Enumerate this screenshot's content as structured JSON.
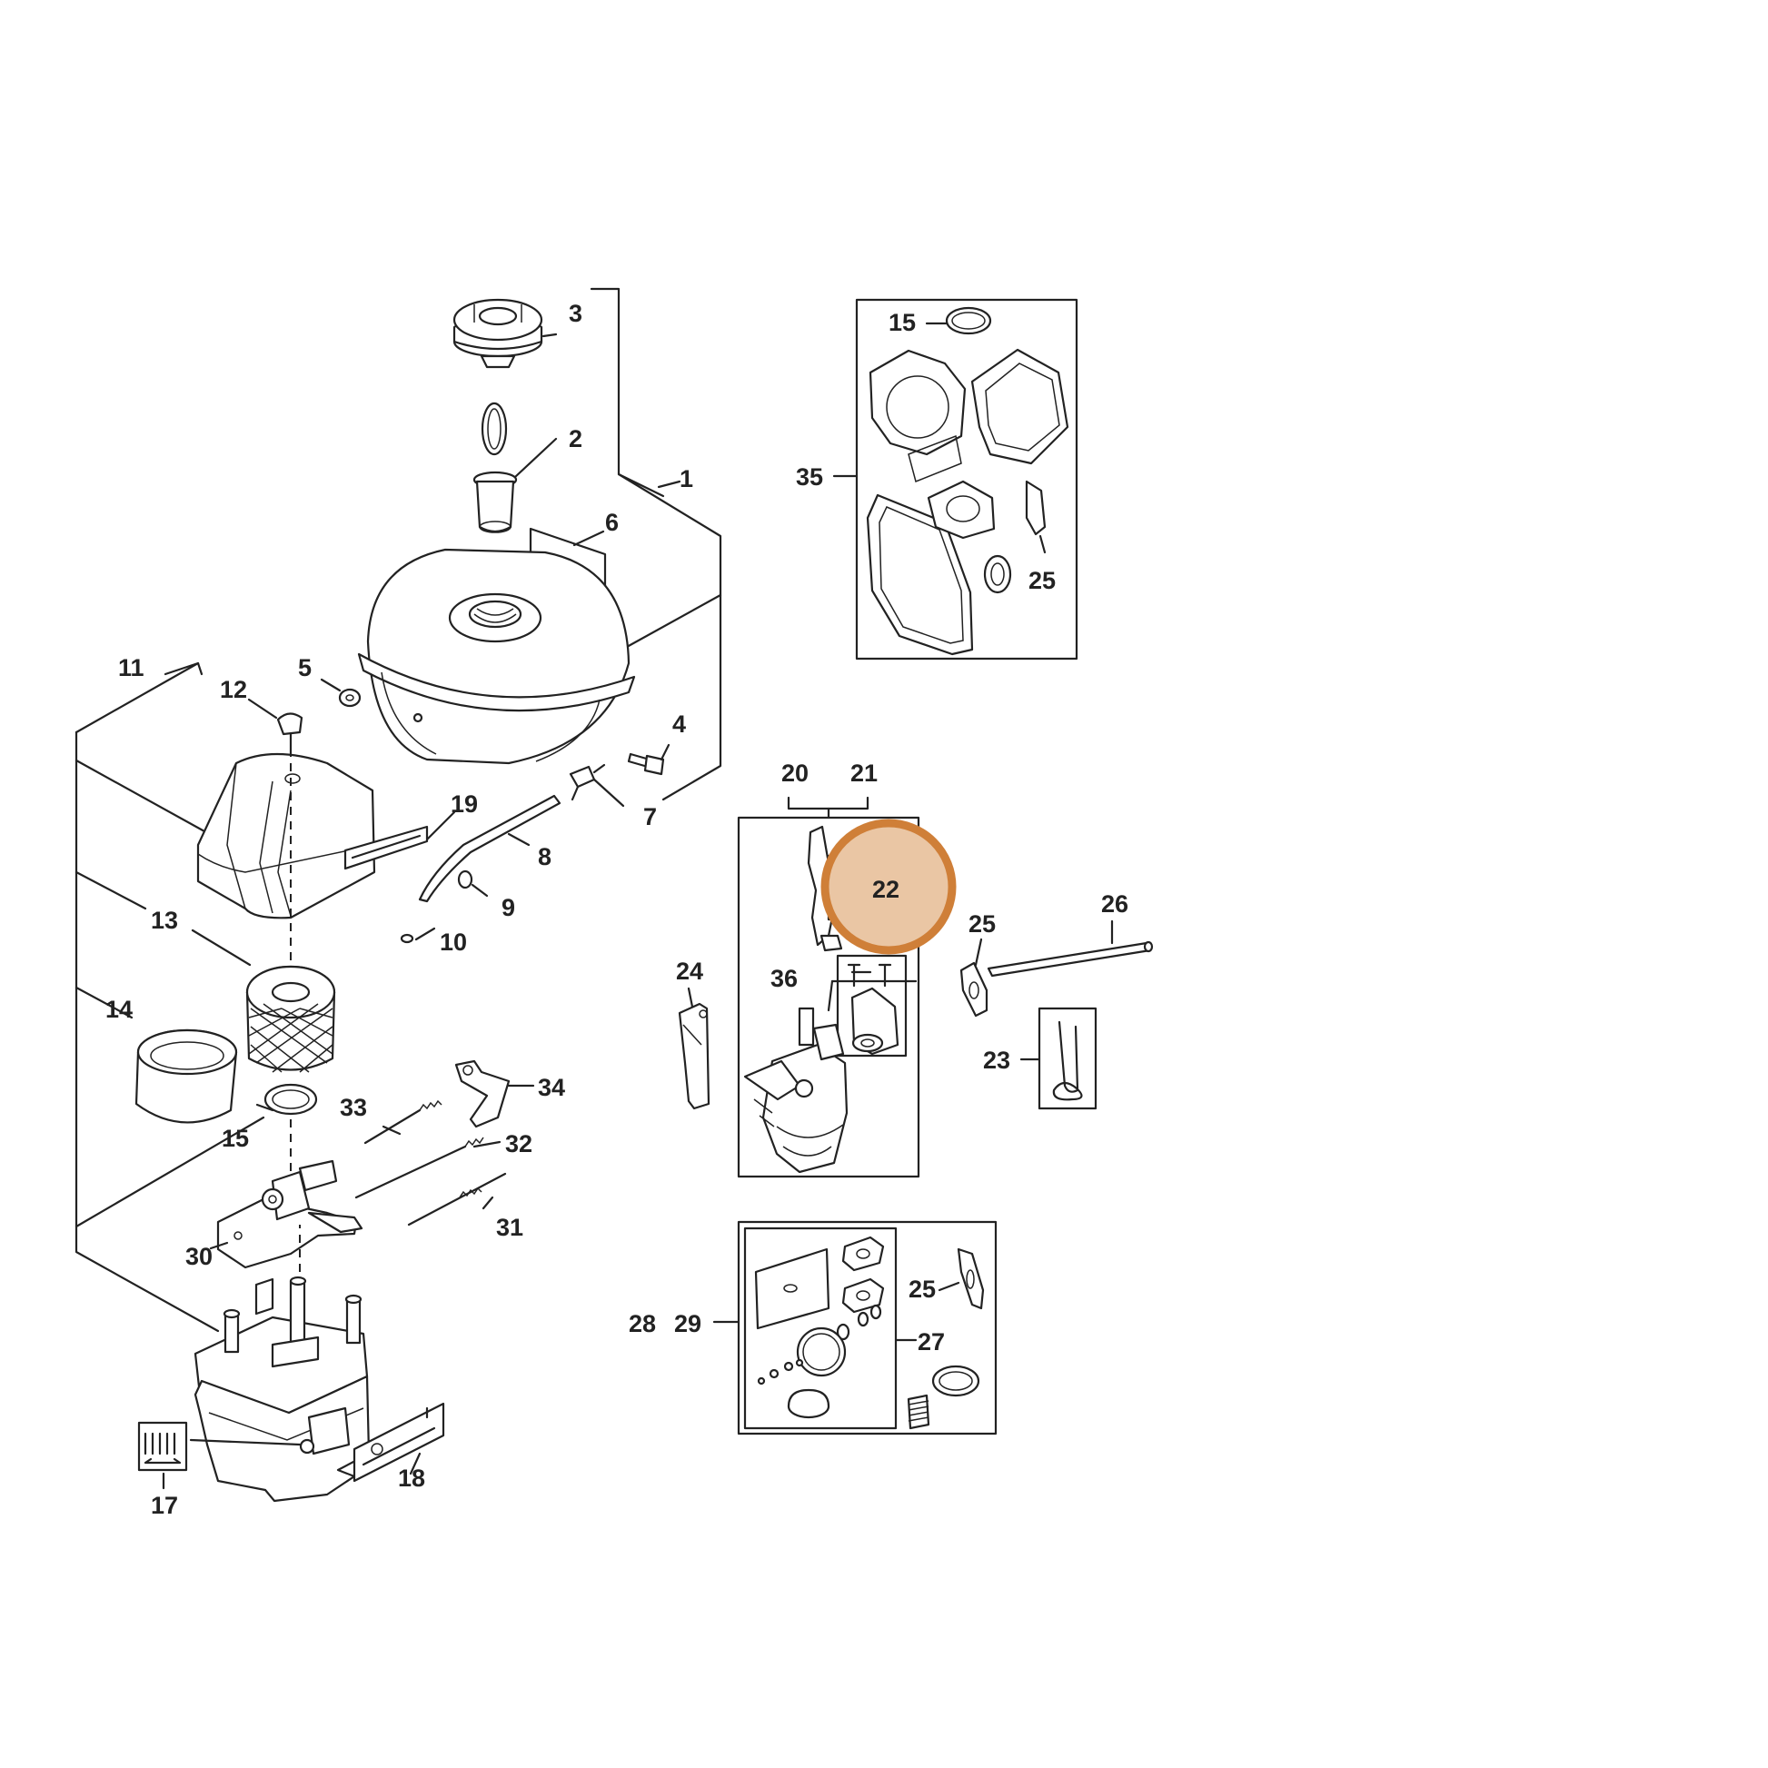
{
  "labels": {
    "l1": "1",
    "l2": "2",
    "l3": "3",
    "l4": "4",
    "l5": "5",
    "l6": "6",
    "l7": "7",
    "l8": "8",
    "l9": "9",
    "l10": "10",
    "l11": "11",
    "l12": "12",
    "l13": "13",
    "l14": "14",
    "l15a": "15",
    "l15b": "15",
    "l17": "17",
    "l18": "18",
    "l19": "19",
    "l20": "20",
    "l21": "21",
    "l22": "22",
    "l23": "23",
    "l24": "24",
    "l25a": "25",
    "l25b": "25",
    "l25c": "25",
    "l26": "26",
    "l27": "27",
    "l28": "28",
    "l29": "29",
    "l30": "30",
    "l31": "31",
    "l32": "32",
    "l33": "33",
    "l34": "34",
    "l35": "35",
    "l36": "36"
  },
  "highlight": {
    "callout": "22",
    "color": "#eac6a4",
    "ring_color": "#cf7f38"
  }
}
